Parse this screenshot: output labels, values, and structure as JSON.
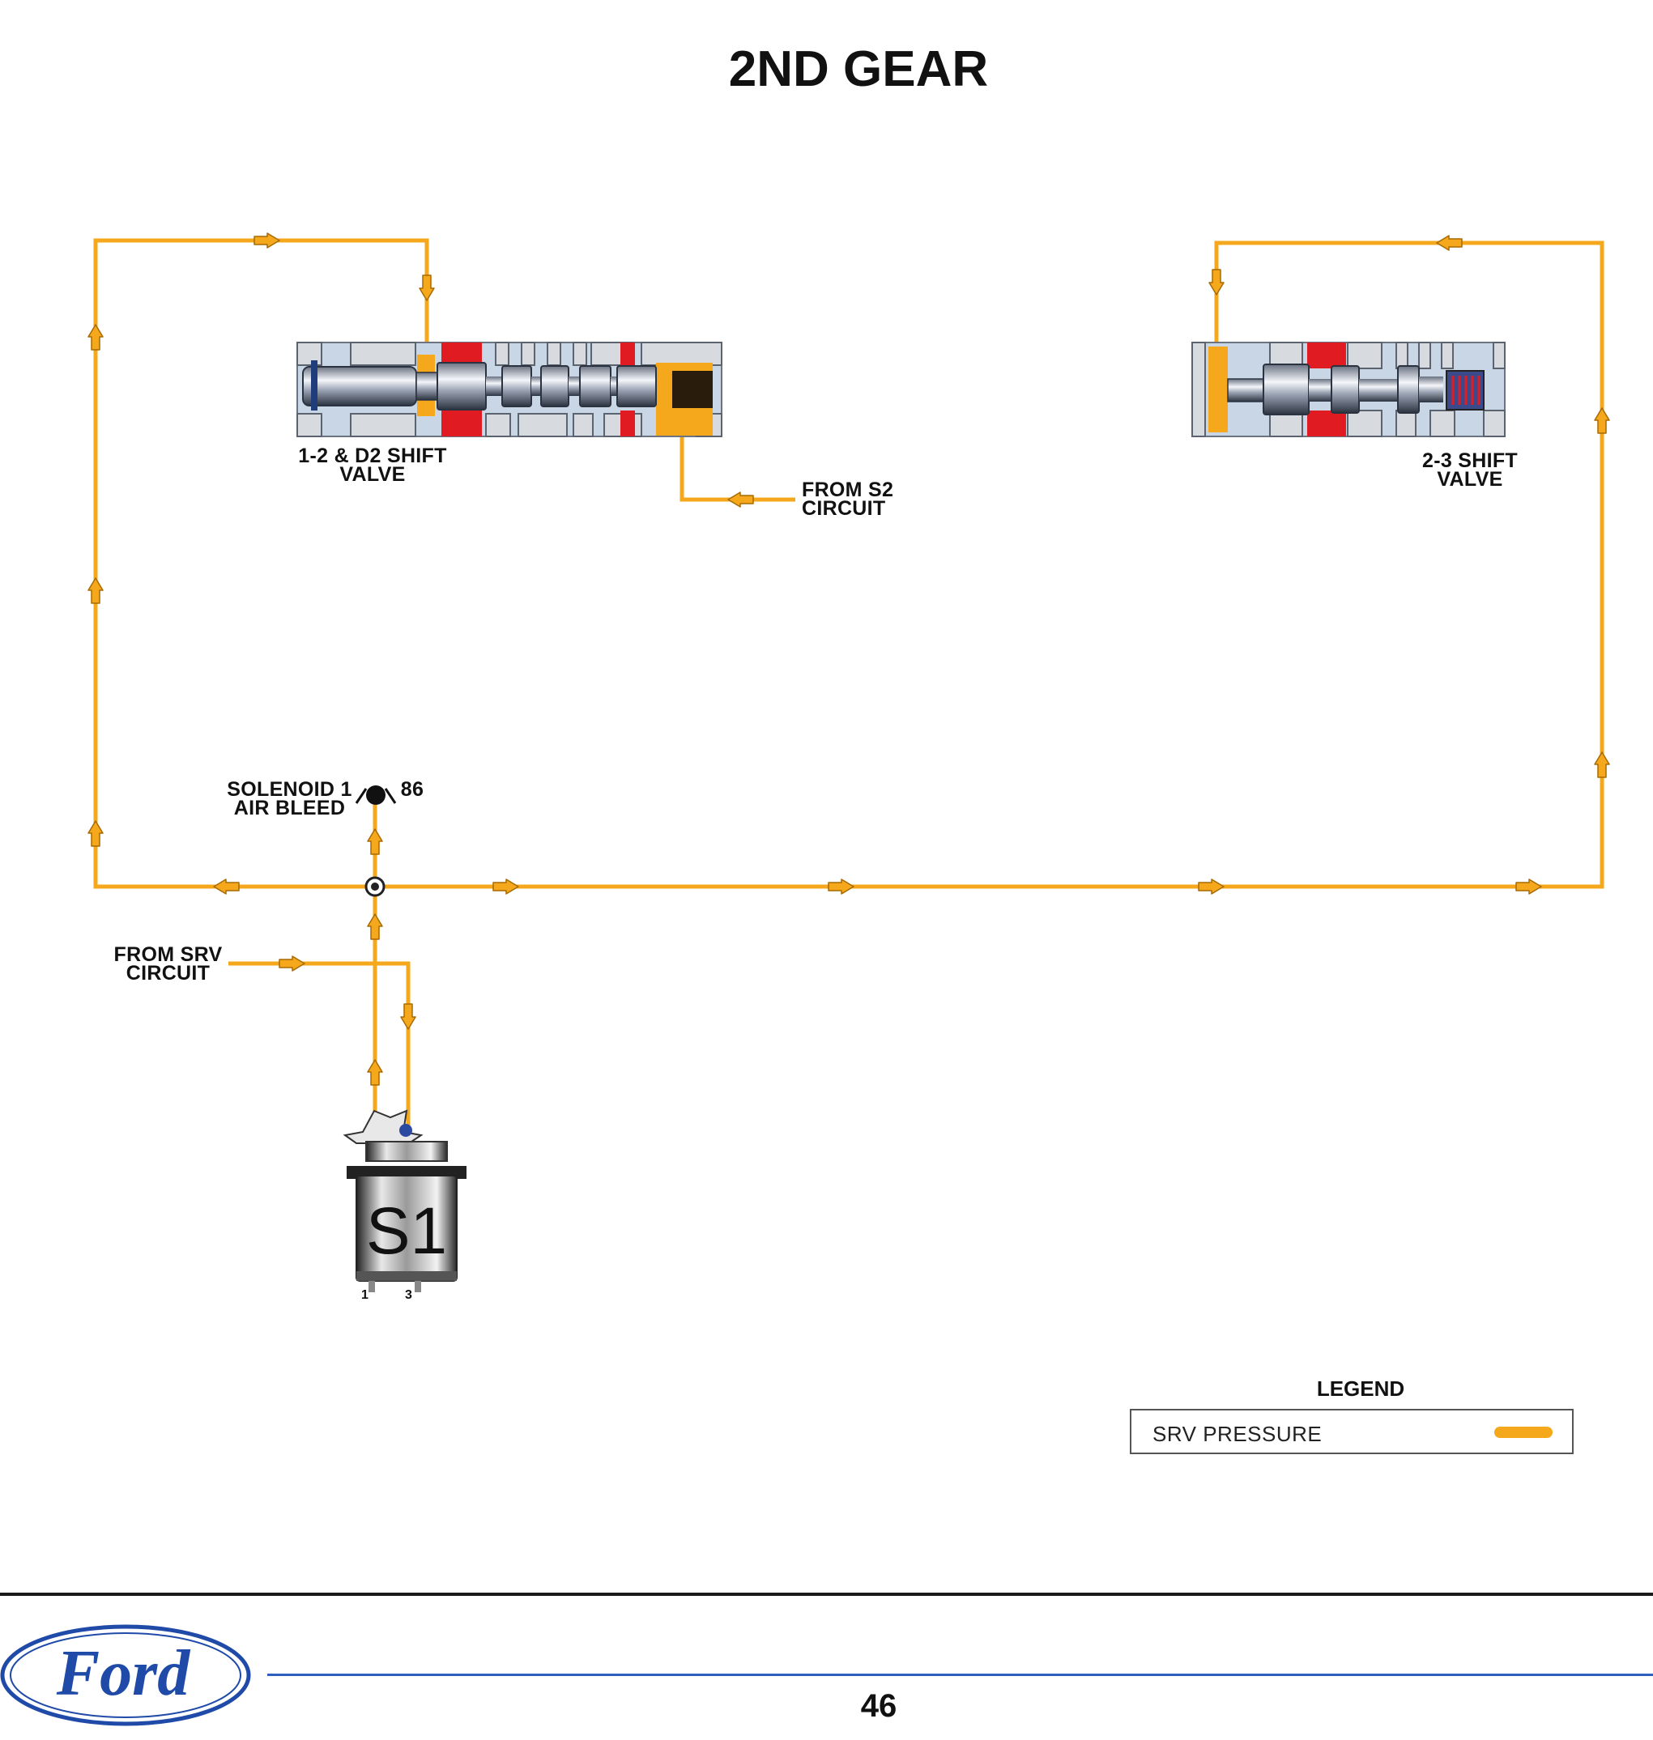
{
  "title": "2ND GEAR",
  "labels": {
    "valve_12": [
      "1-2 & D2 SHIFT",
      "VALVE"
    ],
    "valve_23": [
      "2-3 SHIFT",
      "VALVE"
    ],
    "from_s2": [
      "FROM S2",
      "CIRCUIT"
    ],
    "from_srv": [
      "FROM SRV",
      "CIRCUIT"
    ],
    "air_bleed": [
      "SOLENOID 1",
      "AIR BLEED"
    ],
    "bleed_number": "86",
    "solenoid": "S1",
    "pin_1": "1",
    "pin_3": "3"
  },
  "legend": {
    "title": "LEGEND",
    "items": [
      {
        "label": "SRV PRESSURE",
        "color": "#f5a81c"
      }
    ]
  },
  "footer": {
    "page_number": "46",
    "logo_text": "Ford"
  },
  "colors": {
    "srv_pressure": "#f5a81c",
    "exhaust_red": "#e11b22",
    "valve_body": "#c9d6e6",
    "ford_blue": "#1f4aa8"
  }
}
